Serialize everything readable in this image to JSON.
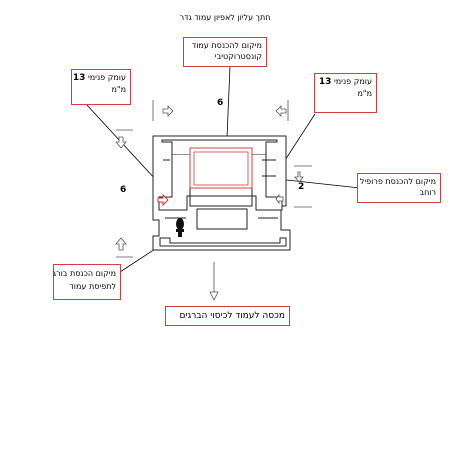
{
  "title": "חתך עליון לאפיון עמוד גדר",
  "labels": {
    "inner_depth_left": {
      "line1_prefix": "עומק פנימי",
      "line1_num": "13",
      "line2": "מ\"מ"
    },
    "construction_pos": {
      "line1": "מיקום להכנסת עמוד",
      "line2": "קונסטרוקטיבי"
    },
    "inner_depth_right": {
      "line1_prefix": "עומק פנימי",
      "line1_num": "13",
      "line2": "מ\"מ"
    },
    "wide_profile": {
      "line1": "מיקום להכנסת פרופיל",
      "line2": "רוחב"
    },
    "screw_pos": {
      "line1": "מיקום הכנסת בורג",
      "line2": "לתפיסת עמוד"
    },
    "cover": {
      "line1": "מכסה לעמוד לכיסוי הברגים"
    }
  },
  "dimensions": {
    "top": "6",
    "left": "6",
    "right": "2"
  },
  "colors": {
    "accent": "#d04040",
    "profile": "#222222",
    "arrow": "#555555",
    "arrow_red": "#e02020"
  }
}
